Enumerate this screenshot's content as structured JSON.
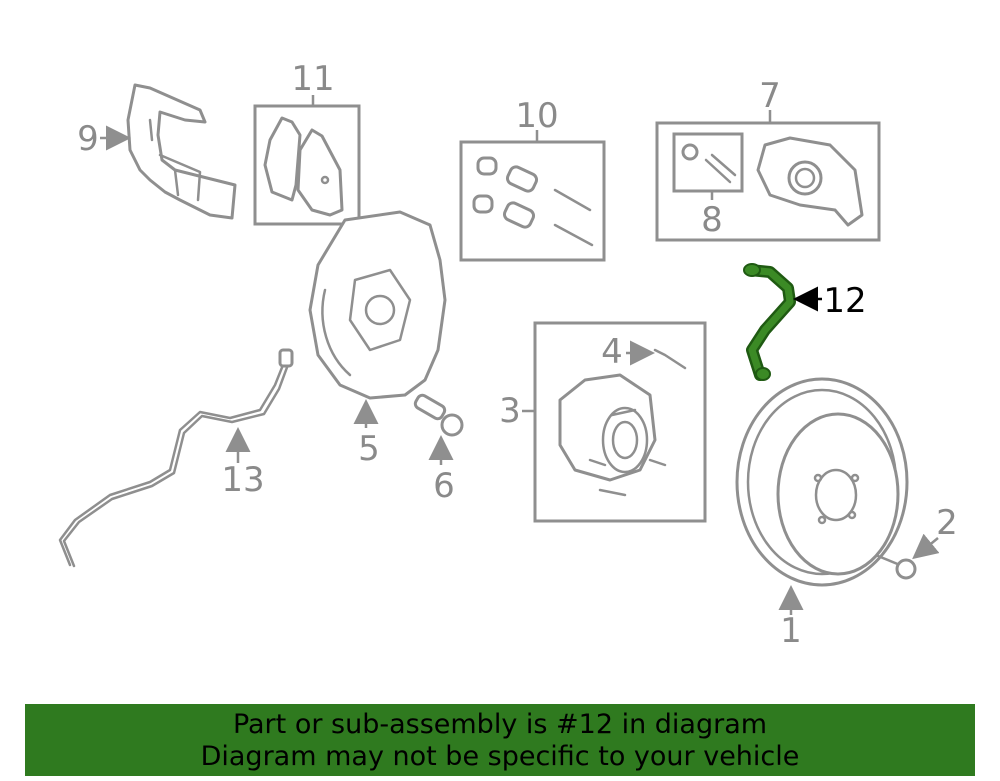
{
  "callouts": {
    "c1": "1",
    "c2": "2",
    "c3": "3",
    "c4": "4",
    "c5": "5",
    "c6": "6",
    "c7": "7",
    "c8": "8",
    "c9": "9",
    "c10": "10",
    "c11": "11",
    "c12": "12",
    "c13": "13"
  },
  "highlight": {
    "part": "12",
    "color": "#2f7a1f"
  },
  "banner": {
    "line1": "Part or sub-assembly is #12 in diagram",
    "line2": "Diagram may not be specific to your vehicle",
    "background": "#2f7a1f"
  }
}
